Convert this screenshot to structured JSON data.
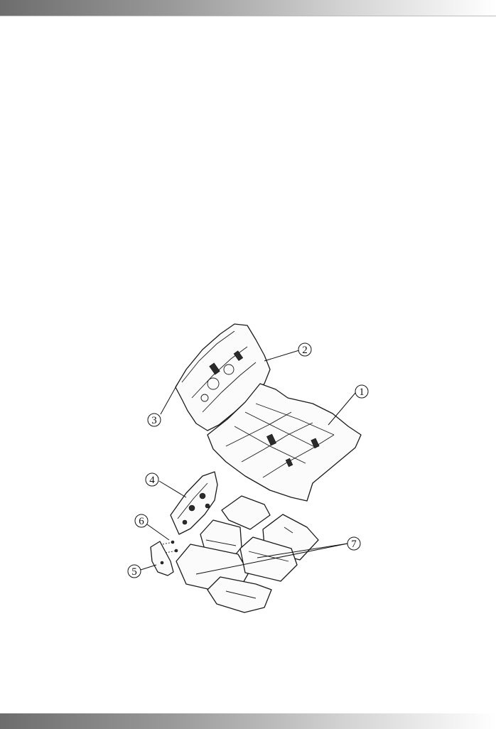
{
  "colors": {
    "header_gradient_start": "#6d6d6d",
    "header_gradient_end": "#ffffff",
    "line": "#1a1a1a"
  },
  "callouts": [
    "1",
    "2",
    "3",
    "4",
    "5",
    "6",
    "7"
  ]
}
